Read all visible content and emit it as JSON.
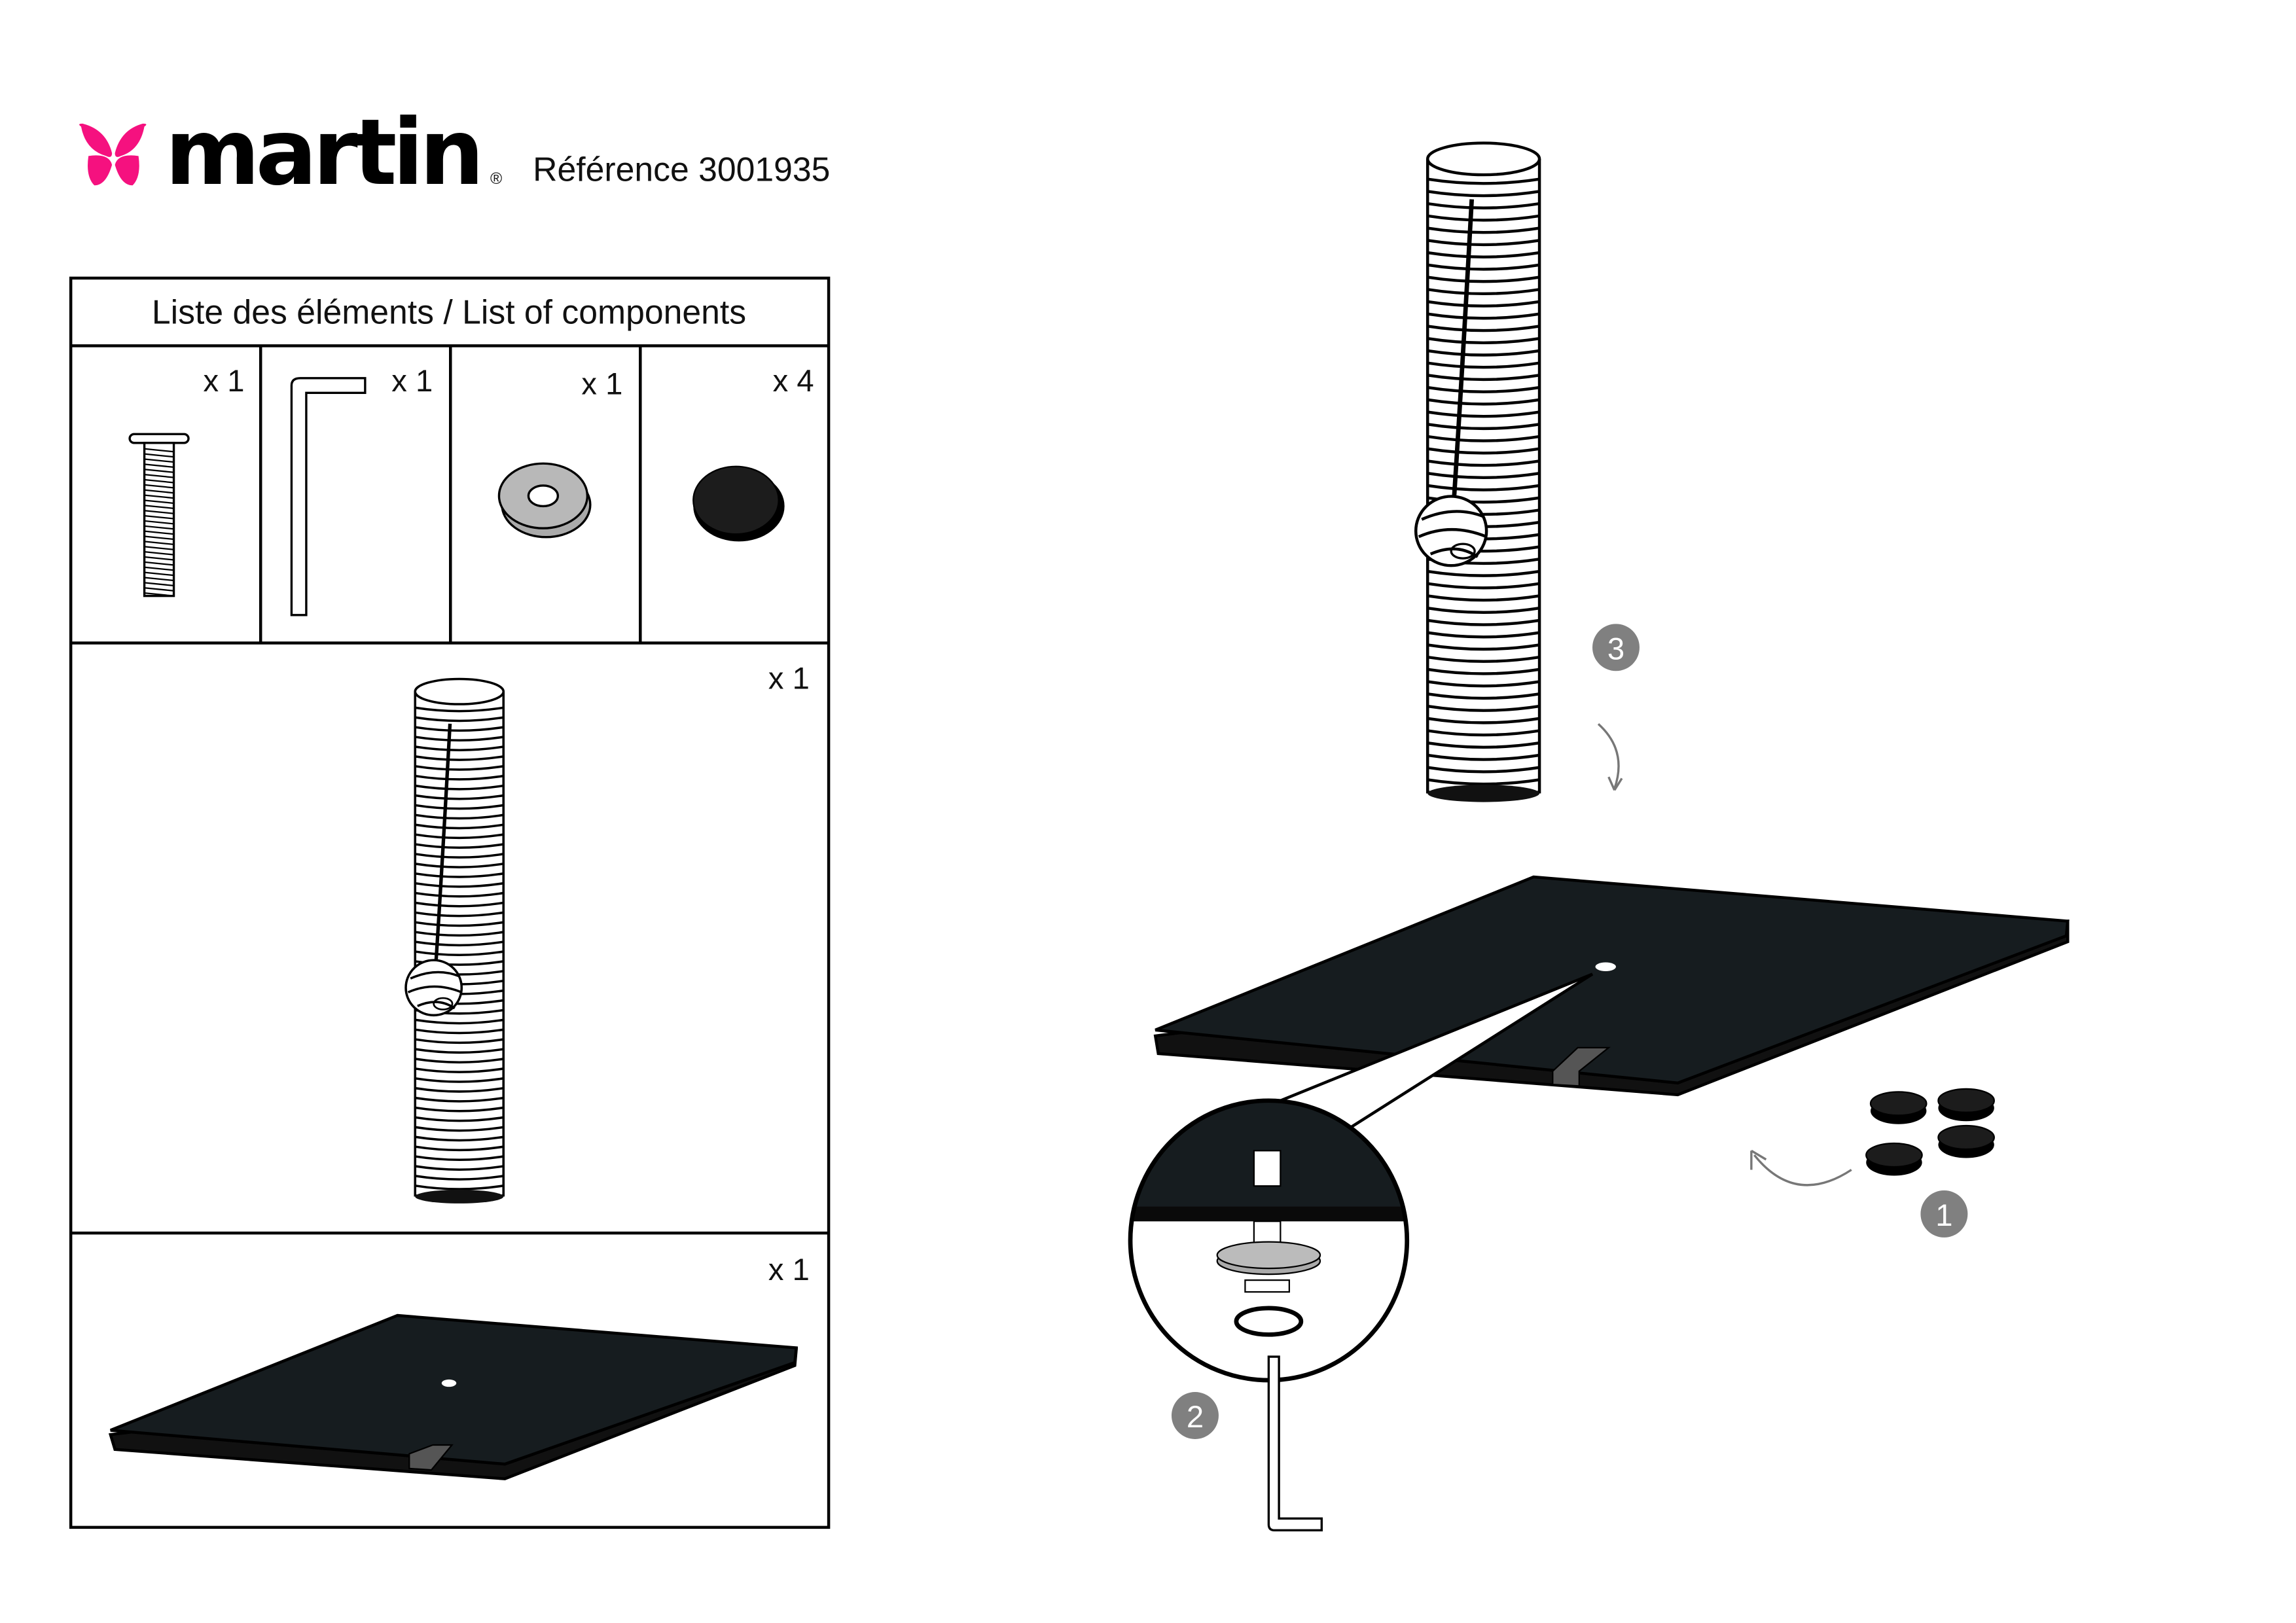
{
  "header": {
    "brand": "martin",
    "registered": "®",
    "reference": "Référence 3001935"
  },
  "components": {
    "title": "Liste des éléments / List of components",
    "items": [
      {
        "name": "bolt",
        "qty": "x 1"
      },
      {
        "name": "allen-key",
        "qty": "x 1"
      },
      {
        "name": "washer",
        "qty": "x 1"
      },
      {
        "name": "felt-pad",
        "qty": "x 4"
      },
      {
        "name": "sisal-post",
        "qty": "x 1"
      },
      {
        "name": "base-board",
        "qty": "x 1"
      }
    ]
  },
  "steps": [
    "1",
    "2",
    "3"
  ],
  "colors": {
    "brand_pink": "#f5117f",
    "board": "#161c1f",
    "step_badge": "#808080"
  }
}
